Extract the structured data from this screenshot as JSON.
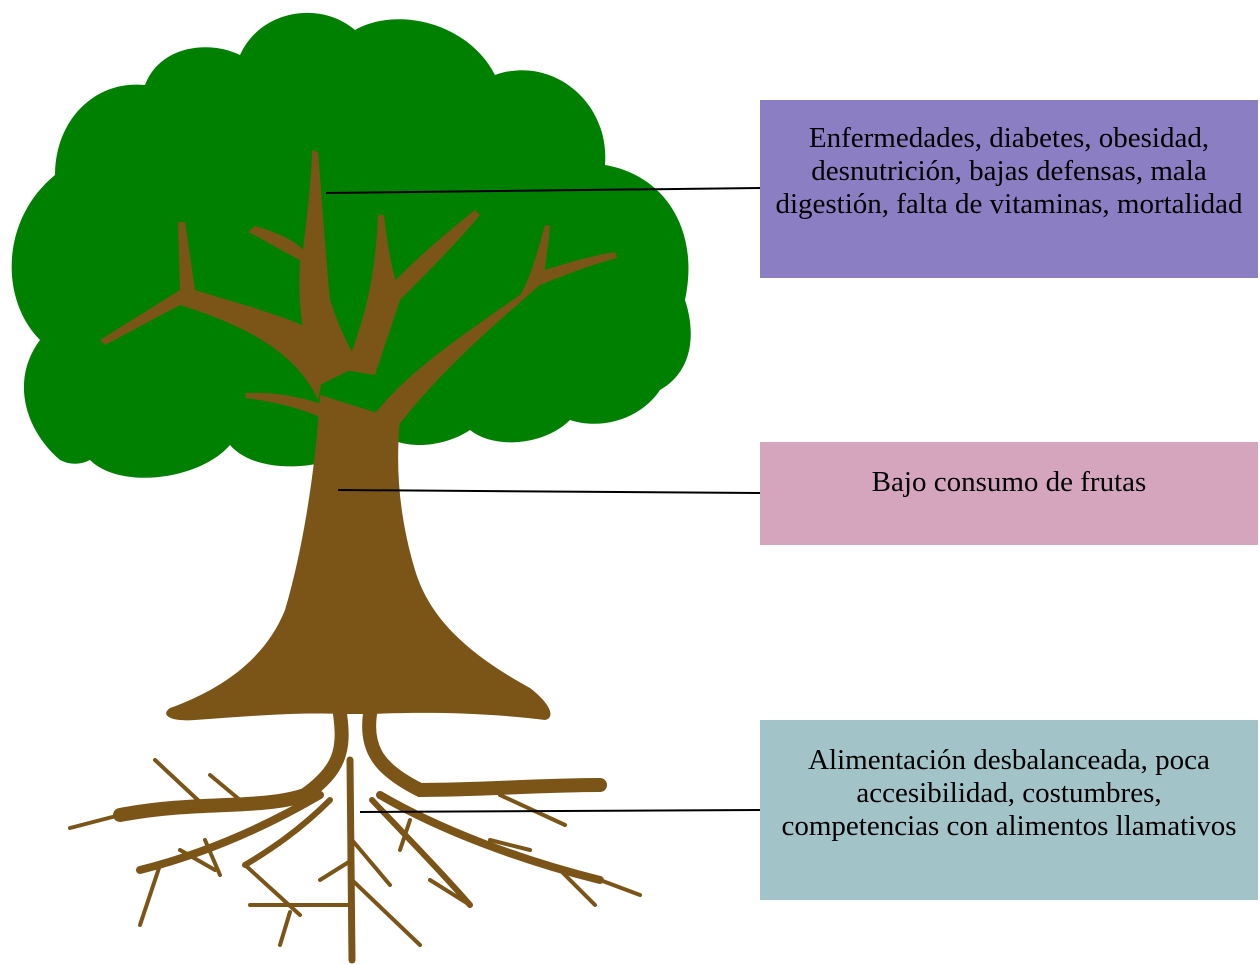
{
  "colors": {
    "canopy": "#008000",
    "trunk": "#7B5518",
    "effects_box": "#8B7EC2",
    "problem_box": "#D5A5BE",
    "causes_box": "#A2C4C9",
    "connector": "#000000"
  },
  "diagram": {
    "type": "problem-tree",
    "effects": {
      "text": "Enfermedades, diabetes, obesidad, desnutrición, bajas defensas, mala digestión, falta de vitaminas, mortalidad"
    },
    "problem": {
      "text": "Bajo consumo de frutas"
    },
    "causes": {
      "text": "Alimentación desbalanceada, poca accesibilidad, costumbres, competencias con alimentos llamativos"
    }
  }
}
